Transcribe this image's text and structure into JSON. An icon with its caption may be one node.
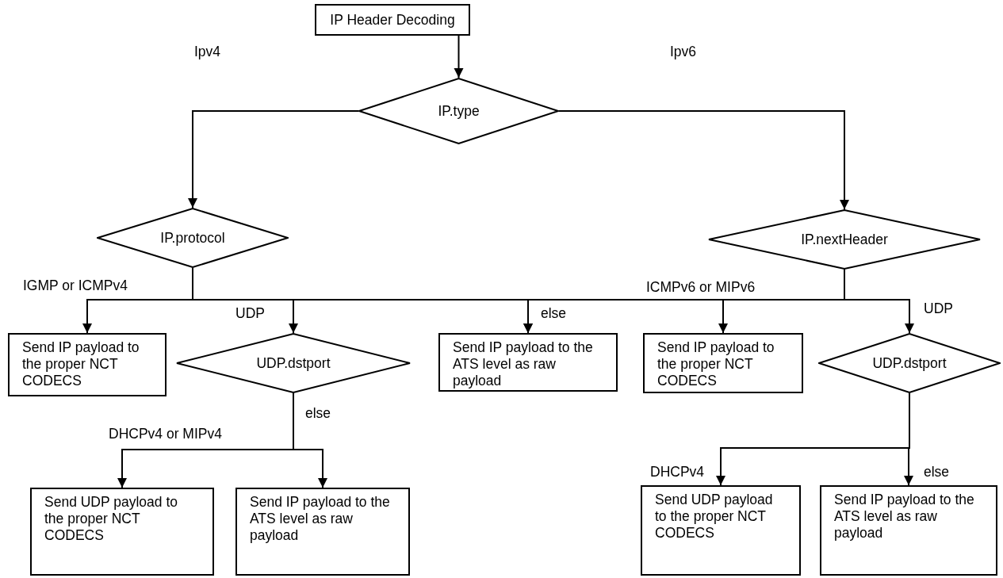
{
  "diagram": {
    "nodes": [
      {
        "text": [
          "IP Header Decoding"
        ]
      },
      {
        "text": [
          "IP.type"
        ]
      },
      {
        "text": [
          "IP.protocol"
        ]
      },
      {
        "text": [
          "IP.nextHeader"
        ]
      },
      {
        "text": [
          "Send IP payload to the proper NCT CODECS"
        ]
      },
      {
        "text": [
          "UDP.dstport"
        ]
      },
      {
        "text": [
          "Send IP payload to the ATS level as raw payload"
        ]
      },
      {
        "text": [
          "Send IP payload to the proper NCT CODECS"
        ]
      },
      {
        "text": [
          "UDP.dstport"
        ]
      },
      {
        "text": [
          "Send UDP payload to the proper NCT CODECS"
        ]
      },
      {
        "text": [
          "Send IP payload to the ATS level as raw payload"
        ]
      },
      {
        "text": [
          "Send UDP payload to the proper NCT CODECS"
        ]
      },
      {
        "text": [
          "Send IP payload to the ATS level as raw payload"
        ]
      }
    ],
    "edges": [
      {
        "from": 0,
        "to": 1,
        "arrow": "to"
      },
      {
        "from": 1,
        "to": 2,
        "arrow": "to",
        "label": "Ipv4"
      },
      {
        "from": 1,
        "to": 3,
        "arrow": "to",
        "label": "Ipv6"
      },
      {
        "from": 2,
        "to": 4,
        "arrow": "to",
        "label": "IGMP or ICMPv4"
      },
      {
        "from": 2,
        "to": 5,
        "arrow": "to",
        "label": "UDP"
      },
      {
        "from": 2,
        "to": 6,
        "arrow": "to",
        "label": "else"
      },
      {
        "from": 3,
        "to": 6,
        "arrow": "to"
      },
      {
        "from": 3,
        "to": 7,
        "arrow": "to",
        "label": "ICMPv6 or MIPv6"
      },
      {
        "from": 3,
        "to": 8,
        "arrow": "to",
        "label": "UDP"
      },
      {
        "from": 5,
        "to": 9,
        "arrow": "to",
        "label": "DHCPv4 or MIPv4"
      },
      {
        "from": 5,
        "to": 10,
        "arrow": "to",
        "label": "else"
      },
      {
        "from": 8,
        "to": 11,
        "arrow": "to",
        "label": "DHCPv4"
      },
      {
        "from": 8,
        "to": 12,
        "arrow": "to",
        "label": "else"
      }
    ]
  }
}
